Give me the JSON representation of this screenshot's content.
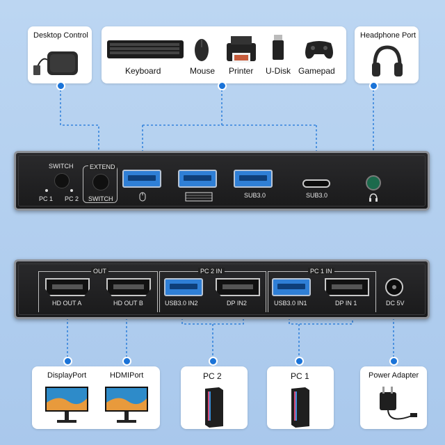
{
  "top": {
    "desktop_control": "Desktop Control",
    "headphone_port": "Headphone Port",
    "devices": [
      "Keyboard",
      "Mouse",
      "Printer",
      "U-Disk",
      "Gamepad"
    ]
  },
  "front_panel": {
    "switch": "SWITCH",
    "pc1": "PC 1",
    "pc2": "PC 2",
    "extend": "EXTEND",
    "switch2": "SWITCH",
    "sub30_a": "SUB3.0",
    "sub30_b": "SUB3.0"
  },
  "rear_panel": {
    "out": "OUT",
    "pc2_in": "PC 2 IN",
    "pc1_in": "PC 1 IN",
    "hd_out_a": "HD OUT A",
    "hd_out_b": "HD OUT  B",
    "usb_in2": "USB3.0 IN2",
    "dp_in2": "DP IN2",
    "usb_in1": "USB3.0 IN1",
    "dp_in1": "DP IN 1",
    "dc": "DC 5V"
  },
  "bottom": {
    "displayport": "DisplayPort",
    "hdmiport": "HDMIPort",
    "pc2": "PC 2",
    "pc1": "PC 1",
    "power_adapter": "Power Adapter"
  },
  "colors": {
    "accent": "#1a73d8",
    "usb_blue": "#2f7fd6",
    "background": "#b3cfef"
  }
}
